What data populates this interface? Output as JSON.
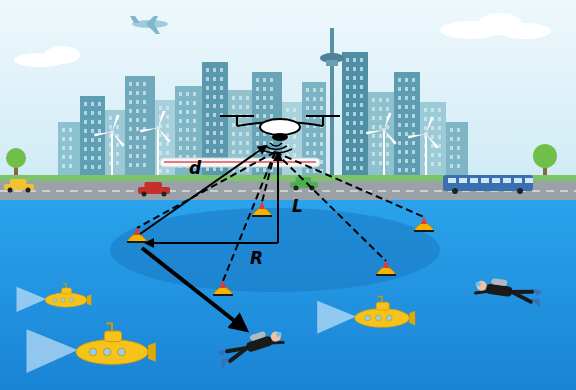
{
  "diagram": {
    "labels": [
      "d",
      "L",
      "R"
    ]
  }
}
